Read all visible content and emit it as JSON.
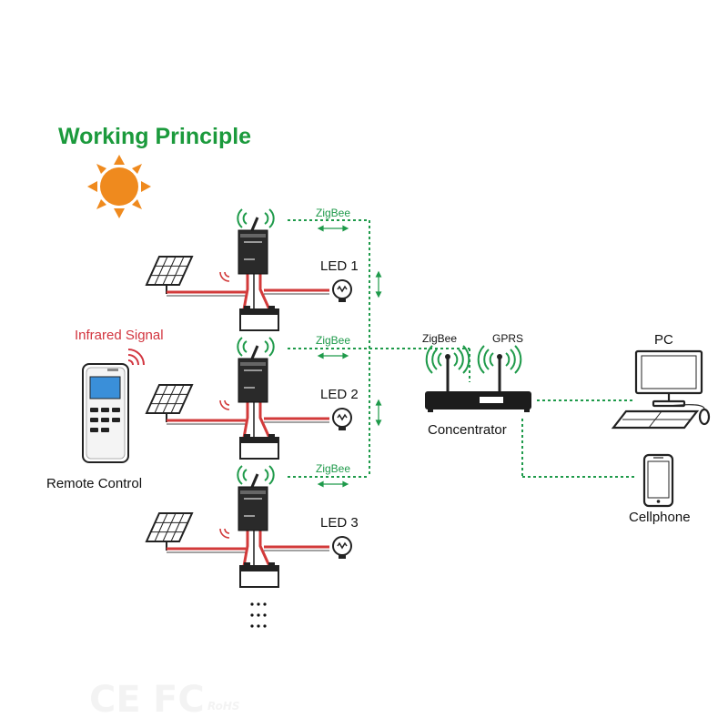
{
  "title": "Working Principle",
  "links": {
    "zigbee_label": "ZigBee",
    "gprs_label": "GPRS"
  },
  "units": [
    {
      "led_label": "LED 1"
    },
    {
      "led_label": "LED 2"
    },
    {
      "led_label": "LED 3"
    }
  ],
  "remote": {
    "signal_label": "Infrared Signal",
    "label": "Remote Control"
  },
  "concentrator": {
    "label": "Concentrator"
  },
  "pc": {
    "label": "PC"
  },
  "cellphone": {
    "label": "Cellphone"
  },
  "certifications": {
    "ce": "CE",
    "fcc": "FC",
    "rohs": "RoHS"
  },
  "colors": {
    "title": "#1b9a3c",
    "link": "#1e9a4a",
    "infrared_text": "#d2353f",
    "sun": "#ef8a1e",
    "wire_red": "#d23a3a",
    "outline": "#222222"
  },
  "icons": [
    "sun-icon",
    "solar-panel-icon",
    "controller-icon",
    "battery-icon",
    "bulb-icon",
    "antenna-icon",
    "remote-control-icon",
    "router-icon",
    "pc-icon",
    "cellphone-icon"
  ]
}
